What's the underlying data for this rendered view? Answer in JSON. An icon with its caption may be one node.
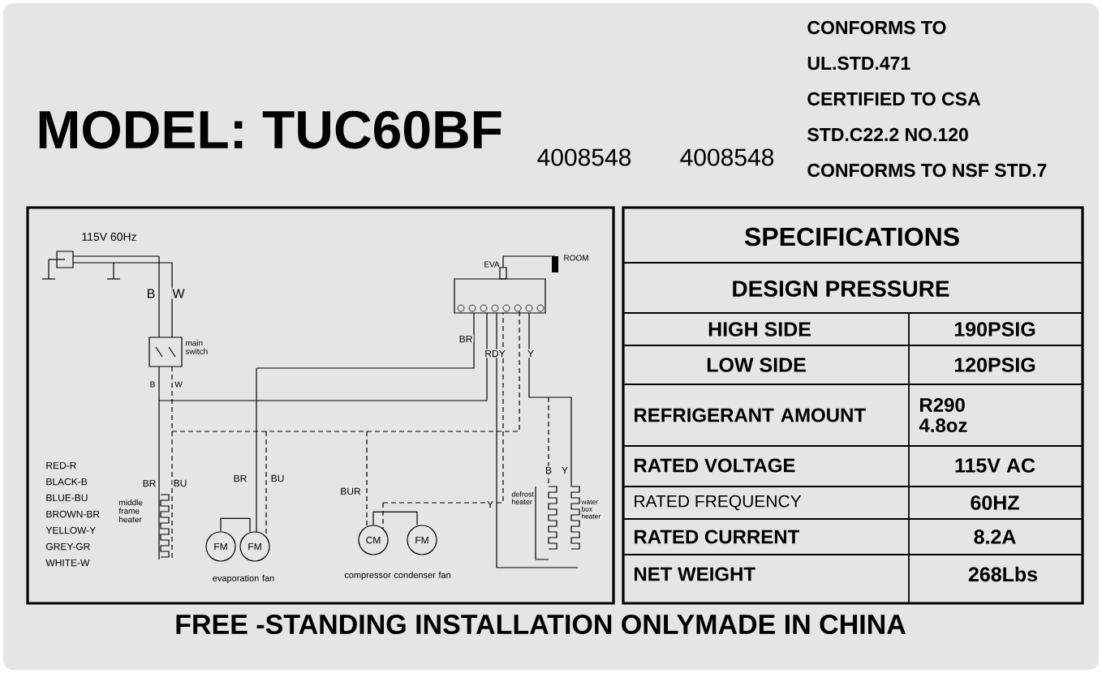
{
  "diagram": {
    "nodes": [
      {
        "text": [
          "FM"
        ]
      },
      {
        "text": [
          "FM"
        ]
      },
      {
        "text": [
          "CM"
        ]
      },
      {
        "text": [
          "FM"
        ]
      }
    ],
    "edges": [
      {
        "from": 0,
        "to": 1,
        "arrow": "none"
      },
      {
        "from": 2,
        "to": 3,
        "arrow": "none"
      },
      {
        "from": null,
        "to": 1,
        "arrow": "none"
      },
      {
        "from": null,
        "to": 1,
        "arrow": "none",
        "style": "dashed"
      },
      {
        "from": null,
        "to": 2,
        "arrow": "none",
        "style": "dashed"
      },
      {
        "from": null,
        "to": 2,
        "arrow": "none",
        "style": "dashed"
      }
    ],
    "labels": [
      "MODEL: TUC60BF",
      "4008548",
      "4008548",
      "CONFORMS TO",
      "UL.STD.471",
      "CERTIFIED TO CSA",
      "STD.C22.2 NO.120",
      "CONFORMS TO NSF STD.7",
      "115V 60Hz",
      "B",
      "W",
      "main switch",
      "B",
      "W",
      "RED-R",
      "BLACK-B",
      "BLUE-BU",
      "BROWN-BR",
      "YELLOW-Y",
      "GREY-GR",
      "WHITE-W",
      "BR",
      "BU",
      "middle frame heater",
      "BR",
      "BU",
      "evaporation fan",
      "BUR",
      "compressor condenser fan",
      "EVA",
      "ROOM",
      "BR",
      "RDY",
      "Y",
      "Y",
      "defrost heater",
      "B",
      "Y",
      "water box heater",
      "SPECIFICATIONS",
      "DESIGN PRESSURE",
      "HIGH SIDE",
      "190PSIG",
      "LOW SIDE",
      "120PSIG",
      "REFRIGERANT AMOUNT",
      "R290 4.8oz",
      "RATED VOLTAGE",
      "115V AC",
      "RATED FREQUENCY",
      "60HZ",
      "RATED CURRENT",
      "8.2A",
      "NET WEIGHT",
      "268Lbs",
      "FREE -STANDING INSTALLATION ONLYMADE IN CHINA"
    ]
  }
}
